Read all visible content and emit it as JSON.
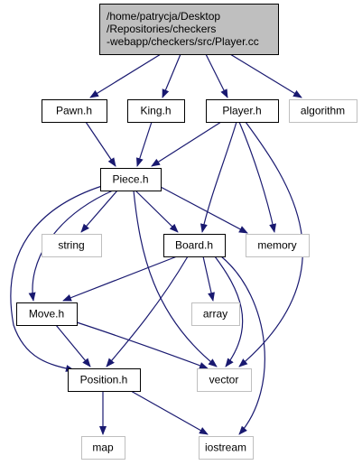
{
  "graph": {
    "edge_color": "#191970",
    "root_fill": "#bfbfbf",
    "node_fill": "#ffffff",
    "local_border": "#000000",
    "system_border": "#bfbfbf",
    "system_text": "#404040",
    "nodes": [
      {
        "id": "root",
        "lines": [
          "/home/patrycja/Desktop",
          "/Repositories/checkers",
          "-webapp/checkers/src/Player.cc"
        ],
        "kind": "root"
      },
      {
        "id": "pawn-h",
        "lines": [
          "Pawn.h"
        ],
        "kind": "local"
      },
      {
        "id": "king-h",
        "lines": [
          "King.h"
        ],
        "kind": "local"
      },
      {
        "id": "player-h",
        "lines": [
          "Player.h"
        ],
        "kind": "local"
      },
      {
        "id": "algorithm",
        "lines": [
          "algorithm"
        ],
        "kind": "system"
      },
      {
        "id": "piece-h",
        "lines": [
          "Piece.h"
        ],
        "kind": "local"
      },
      {
        "id": "string",
        "lines": [
          "string"
        ],
        "kind": "system"
      },
      {
        "id": "board-h",
        "lines": [
          "Board.h"
        ],
        "kind": "local"
      },
      {
        "id": "memory",
        "lines": [
          "memory"
        ],
        "kind": "system"
      },
      {
        "id": "array",
        "lines": [
          "array"
        ],
        "kind": "system"
      },
      {
        "id": "move-h",
        "lines": [
          "Move.h"
        ],
        "kind": "local"
      },
      {
        "id": "position-h",
        "lines": [
          "Position.h"
        ],
        "kind": "local"
      },
      {
        "id": "vector",
        "lines": [
          "vector"
        ],
        "kind": "system"
      },
      {
        "id": "map",
        "lines": [
          "map"
        ],
        "kind": "system"
      },
      {
        "id": "iostream",
        "lines": [
          "iostream"
        ],
        "kind": "system"
      }
    ],
    "edges": [
      {
        "from": "root",
        "to": "pawn-h"
      },
      {
        "from": "root",
        "to": "king-h"
      },
      {
        "from": "root",
        "to": "player-h"
      },
      {
        "from": "root",
        "to": "algorithm"
      },
      {
        "from": "pawn-h",
        "to": "piece-h"
      },
      {
        "from": "king-h",
        "to": "piece-h"
      },
      {
        "from": "player-h",
        "to": "piece-h"
      },
      {
        "from": "player-h",
        "to": "board-h"
      },
      {
        "from": "player-h",
        "to": "memory"
      },
      {
        "from": "player-h",
        "to": "vector"
      },
      {
        "from": "piece-h",
        "to": "string"
      },
      {
        "from": "piece-h",
        "to": "board-h"
      },
      {
        "from": "piece-h",
        "to": "memory"
      },
      {
        "from": "piece-h",
        "to": "move-h"
      },
      {
        "from": "piece-h",
        "to": "position-h"
      },
      {
        "from": "piece-h",
        "to": "vector"
      },
      {
        "from": "board-h",
        "to": "array"
      },
      {
        "from": "board-h",
        "to": "move-h"
      },
      {
        "from": "board-h",
        "to": "position-h"
      },
      {
        "from": "board-h",
        "to": "vector"
      },
      {
        "from": "board-h",
        "to": "iostream"
      },
      {
        "from": "move-h",
        "to": "position-h"
      },
      {
        "from": "move-h",
        "to": "vector"
      },
      {
        "from": "position-h",
        "to": "map"
      },
      {
        "from": "position-h",
        "to": "iostream"
      }
    ]
  }
}
